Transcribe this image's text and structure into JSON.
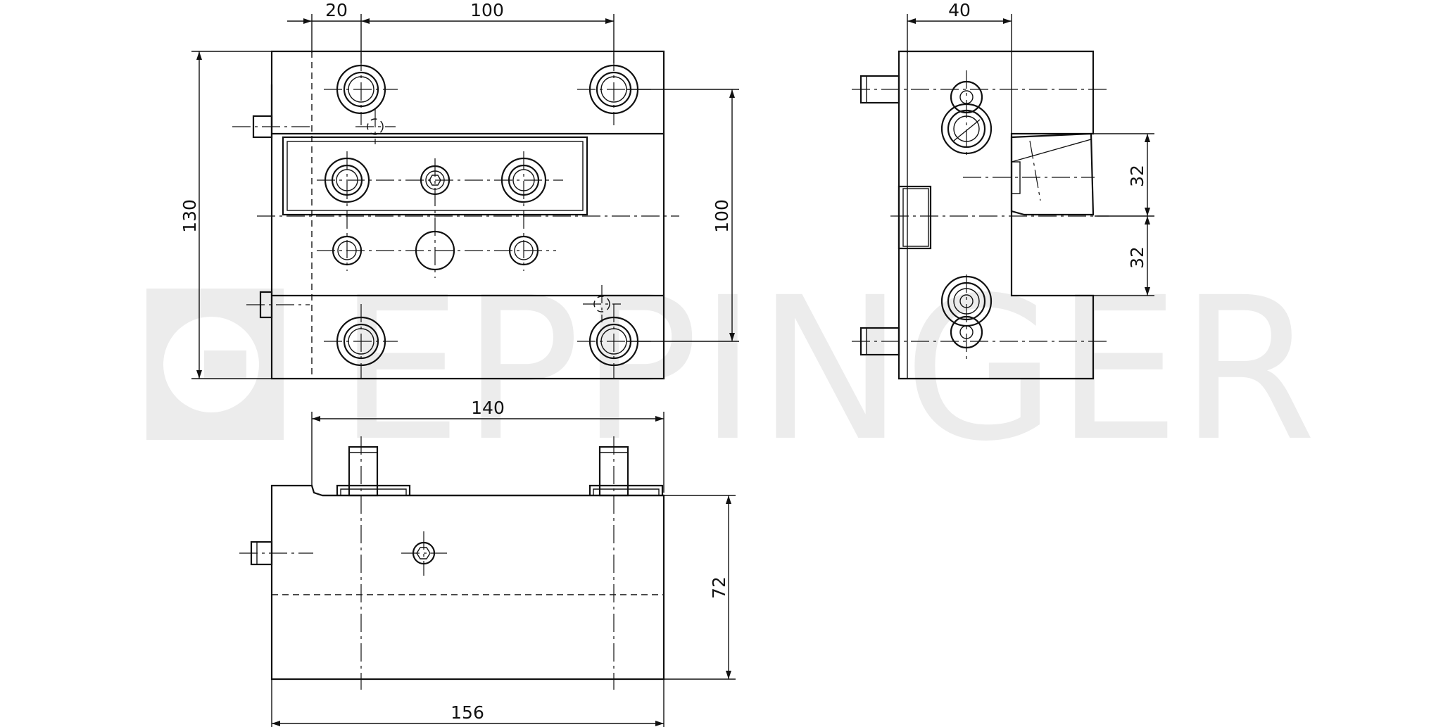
{
  "drawing": {
    "watermark": "EPPINGER",
    "dimensions": {
      "d20": "20",
      "d100_top": "100",
      "d130": "130",
      "d100_right": "100",
      "d40": "40",
      "d32_upper": "32",
      "d32_lower": "32",
      "d140": "140",
      "d72": "72",
      "d156": "156"
    },
    "colors": {
      "line": "#111111",
      "watermark": "#ececec",
      "background": "#ffffff"
    }
  }
}
